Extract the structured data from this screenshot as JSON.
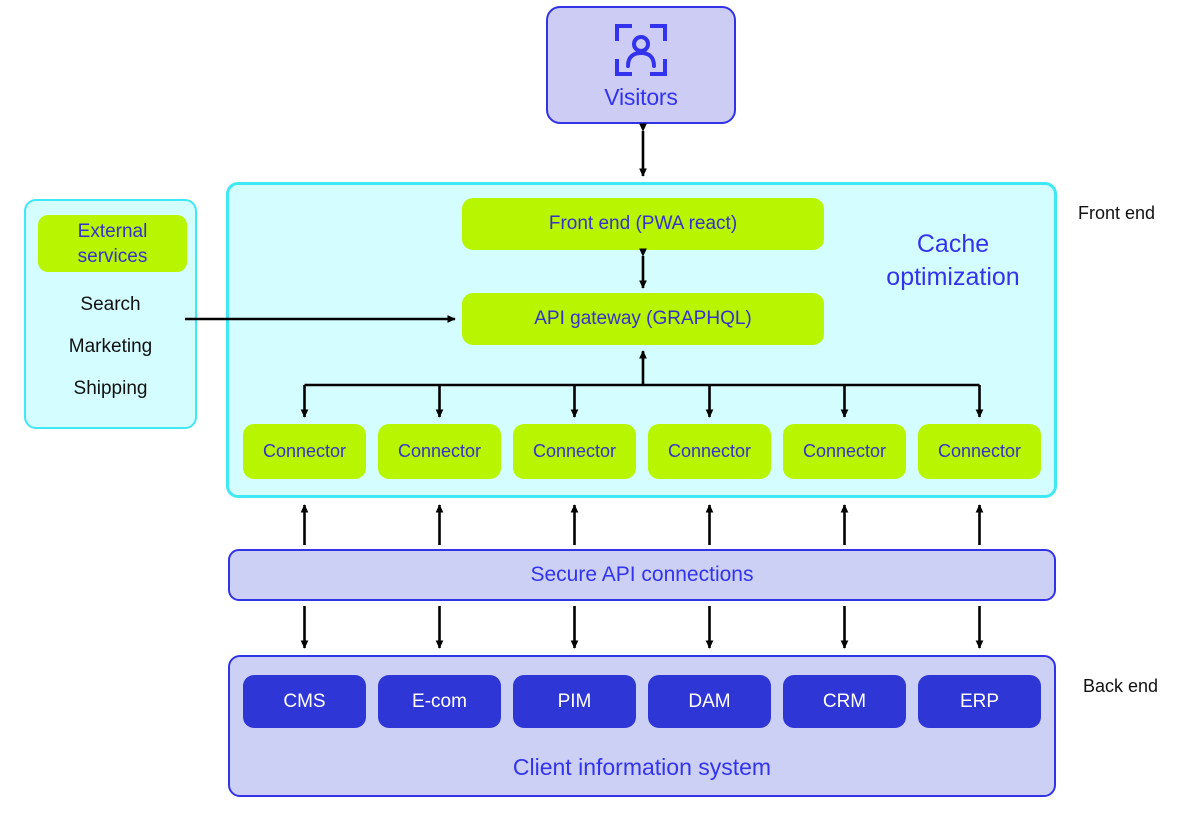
{
  "diagram": {
    "visitors": {
      "label": "Visitors",
      "icon": "person-scan-icon"
    },
    "frontend": {
      "side_label": "Front end",
      "cache_label": "Cache optimization",
      "pwa_label": "Front end (PWA react)",
      "api_gateway_label": "API gateway (GRAPHQL)",
      "connectors": [
        "Connector",
        "Connector",
        "Connector",
        "Connector",
        "Connector",
        "Connector"
      ]
    },
    "external_services": {
      "header_line1": "External",
      "header_line2": "services",
      "items": [
        "Search",
        "Marketing",
        "Shipping"
      ]
    },
    "secure_api": {
      "label": "Secure API connections"
    },
    "backend": {
      "side_label": "Back end",
      "caption": "Client information system",
      "systems": [
        "CMS",
        "E-com",
        "PIM",
        "DAM",
        "CRM",
        "ERP"
      ]
    },
    "colors": {
      "lime": "#b8f500",
      "cyan_fill": "#d4fdff",
      "cyan_border": "#40e8f5",
      "periwinkle_fill": "#ccd0f5",
      "blue_border": "#3333e6",
      "blue_text": "#3333ee",
      "deep_blue": "#2f36d6",
      "lavender_fill": "#ccccf5",
      "arrow": "#000000"
    }
  }
}
